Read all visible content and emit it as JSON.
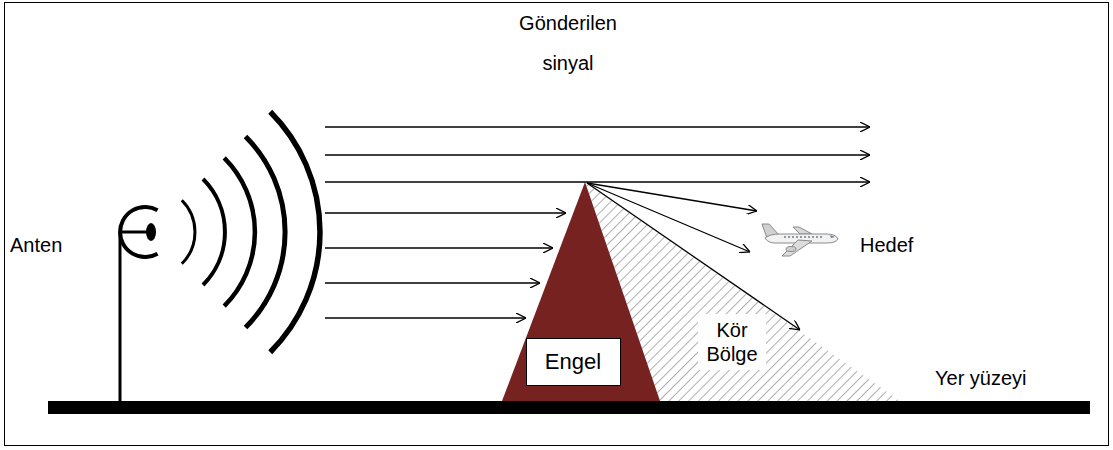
{
  "diagram": {
    "nodes": [
      {
        "text": [
          "Engel"
        ]
      },
      {
        "text": [
          "Kör Bölge"
        ]
      }
    ],
    "labels": [
      "Gönderilen sinyal",
      "Anten",
      "Hedef",
      "Yer yüzeyi"
    ]
  }
}
